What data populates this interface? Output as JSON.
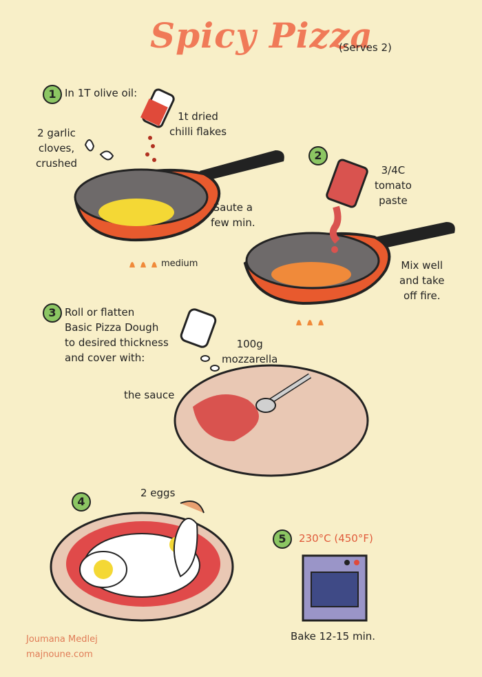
{
  "title": "Spicy Pizza",
  "serves": "(Serves 2)",
  "steps": {
    "s1": {
      "number": "1",
      "text": "In 1T olive oil:"
    },
    "s2": {
      "number": "2"
    },
    "s3": {
      "number": "3",
      "text": [
        "Roll or flatten",
        "Basic Pizza Dough",
        "to desired thickness",
        "and cover with:"
      ]
    },
    "s4": {
      "number": "4"
    },
    "s5": {
      "number": "5",
      "temp": "230°C (450°F)"
    }
  },
  "labels": {
    "chilli": [
      "1t dried",
      "chilli flakes"
    ],
    "garlic": [
      "2 garlic",
      "cloves,",
      "crushed"
    ],
    "saute": [
      "Saute a",
      "few min."
    ],
    "heat": "medium",
    "tomato": [
      "3/4C",
      "tomato",
      "paste"
    ],
    "mix": [
      "Mix well",
      "and take",
      "off fire."
    ],
    "mozzarella": [
      "100g",
      "mozzarella"
    ],
    "sauce": "the sauce",
    "eggs": "2 eggs",
    "bake": "Bake 12-15 min."
  },
  "credits": {
    "author": "Joumana Medlej",
    "site": "majnoune.com"
  },
  "colors": {
    "background": "#f8efc8",
    "title": "#f07a58",
    "step_circle": "#8cc663",
    "pan": "#e85a2e",
    "sauce": "#d9534f",
    "dough": "#e9c8b4"
  }
}
